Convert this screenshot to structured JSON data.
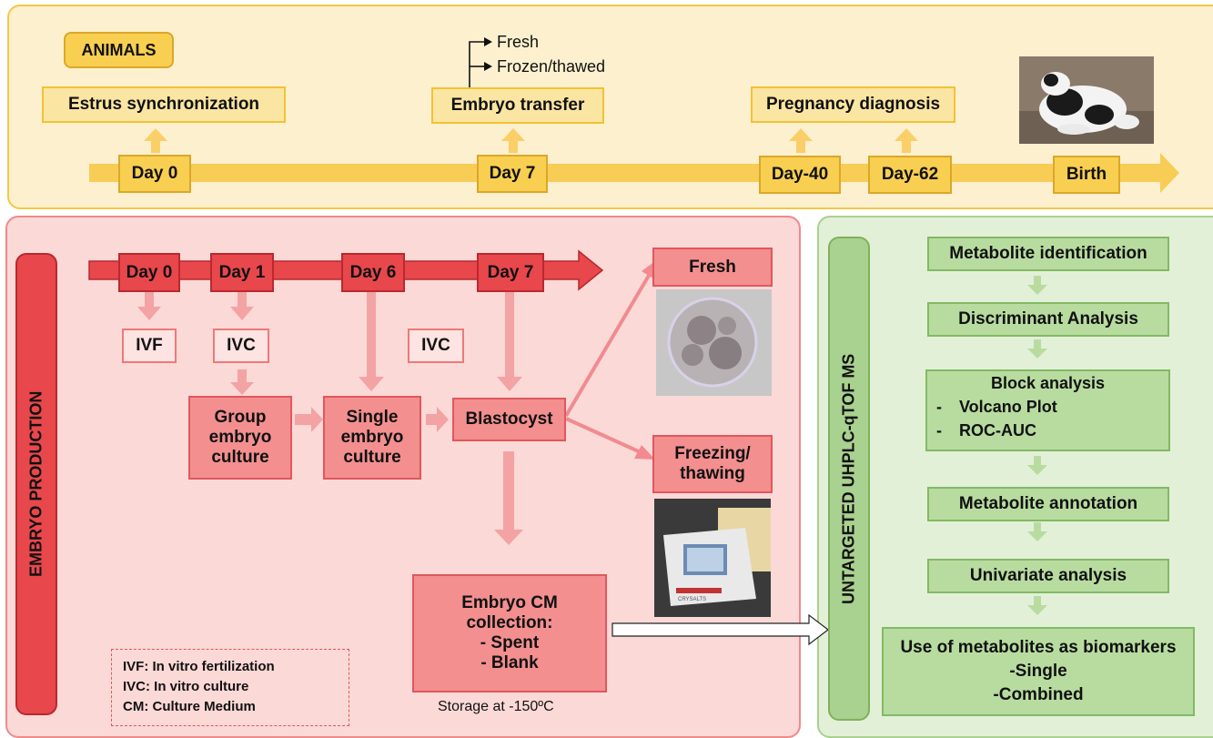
{
  "animals": {
    "title": "ANIMALS",
    "estrus": "Estrus synchronization",
    "transfer_options": [
      "Fresh",
      "Frozen/thawed"
    ],
    "embryo_transfer": "Embryo transfer",
    "pregnancy": "Pregnancy diagnosis",
    "days": [
      "Day 0",
      "Day 7",
      "Day-40",
      "Day-62",
      "Birth"
    ]
  },
  "embryo_production": {
    "title": "EMBRYO PRODUCTION",
    "days": [
      "Day 0",
      "Day 1",
      "Day 6",
      "Day 7"
    ],
    "ivf": "IVF",
    "ivc1": "IVC",
    "ivc2": "IVC",
    "group_culture": "Group embryo culture",
    "single_culture": "Single embryo culture",
    "blastocyst": "Blastocyst",
    "fresh": "Fresh",
    "freezing": "Freezing/ thawing",
    "cm_collection": {
      "heading_lines": [
        "Embryo CM",
        "collection:"
      ],
      "items": [
        "- Spent",
        "- Blank"
      ]
    },
    "storage": "Storage at -150ºC",
    "legend": [
      "IVF: In vitro fertilization",
      "IVC: In vitro culture",
      "CM: Culture Medium"
    ],
    "device_brand": "CRYSALTS"
  },
  "analysis": {
    "title": "UNTARGETED UHPLC-qTOF MS",
    "steps": {
      "s1": "Metabolite identification",
      "s2": "Discriminant Analysis",
      "s3_title": "Block analysis",
      "s3_items": [
        "Volcano Plot",
        "ROC-AUC"
      ],
      "s3_dash": "-",
      "s4": "Metabolite annotation",
      "s5": "Univariate analysis",
      "s6_lines": [
        "Use of metabolites as biomarkers",
        "-Single",
        "-Combined"
      ]
    }
  },
  "colors": {
    "animals_bg": "#fdf0ce",
    "embryo_bg": "#fbd9d7",
    "analysis_bg": "#e3f0d8"
  }
}
